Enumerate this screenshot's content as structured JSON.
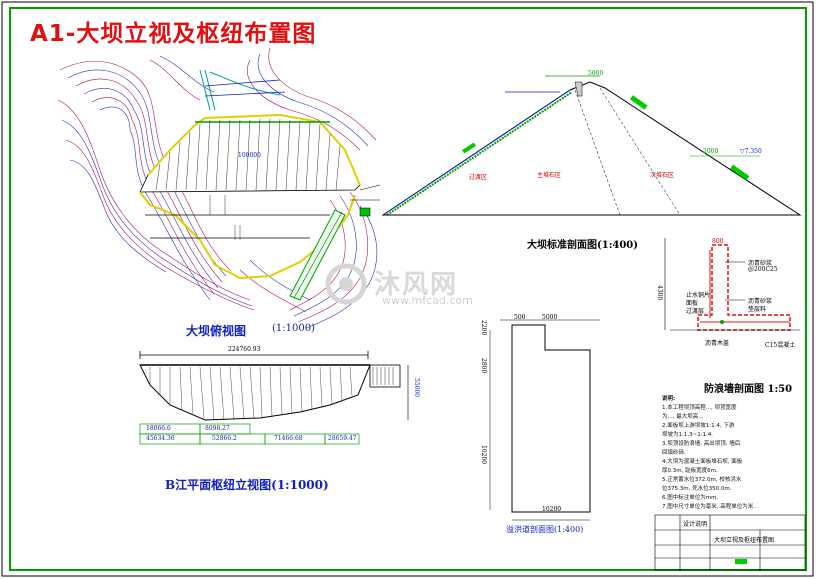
{
  "title": "A1-大坝立视及枢纽布置图",
  "section_main": {
    "caption": "大坝标准剖面图(1:400)",
    "zone_labels": [
      "过渡区",
      "主堆石区",
      "次堆石区"
    ],
    "crest_width": "5000",
    "berm_width": "2000",
    "elev_label": "▽7.350"
  },
  "plan": {
    "elevation_label": "100000"
  },
  "front_view": {
    "title": "大坝俯视图",
    "scale": "(1:1000)",
    "total_length": "224760.93",
    "height_label": "55000",
    "dims_row1": [
      "18066.6",
      "8098.27"
    ],
    "dims_row2": [
      "45634.36",
      "52866.2",
      "71466.68",
      "28659.47"
    ]
  },
  "elev_view": {
    "title": "B江平面枢纽立视图(1:1000)"
  },
  "spillway_section": {
    "caption": "溢洪道剖面图(1:400)",
    "top_dims": [
      "500",
      "5000"
    ],
    "left_dims": [
      "2200",
      "2800",
      "10200"
    ],
    "bottom_dim": "10200"
  },
  "wall": {
    "caption": "防浪墙剖面图 1:50",
    "top_dim": "800",
    "height_dim": "4300",
    "callouts": [
      "沥青砂浆",
      "@200C25",
      "止水铜片",
      "面板",
      "沥青砂浆",
      "垫层料",
      "过渡层",
      "沥青木盖",
      "C15混凝土"
    ]
  },
  "notes": {
    "heading": "说明:",
    "lines": [
      "1.本工程坝顶高程..., 坝顶宽度",
      "  为..., 最大坝高...",
      "2.面板坝上游坝坡1:1.4, 下游",
      "  坝坡为1:1.3~1:1.4.",
      "3.坝顶设防浪墙, 高出坝顶, 墙后",
      "  回填砂砾.",
      "4.大坝为混凝土面板堆石坝, 面板",
      "  厚0.3m, 趾板宽度6m.",
      "5.正常蓄水位372.0m, 校核洪水",
      "  位375.3m, 死水位350.0m.",
      "6.图中标注单位为mm,",
      "7.图中尺寸单位为毫米, 高程单位为米."
    ]
  },
  "title_block": {
    "row1": "设计说明",
    "row2": "大坝立视及枢纽布置图"
  },
  "watermark": {
    "text": "沐风网",
    "url": "www.mfcad.com"
  }
}
